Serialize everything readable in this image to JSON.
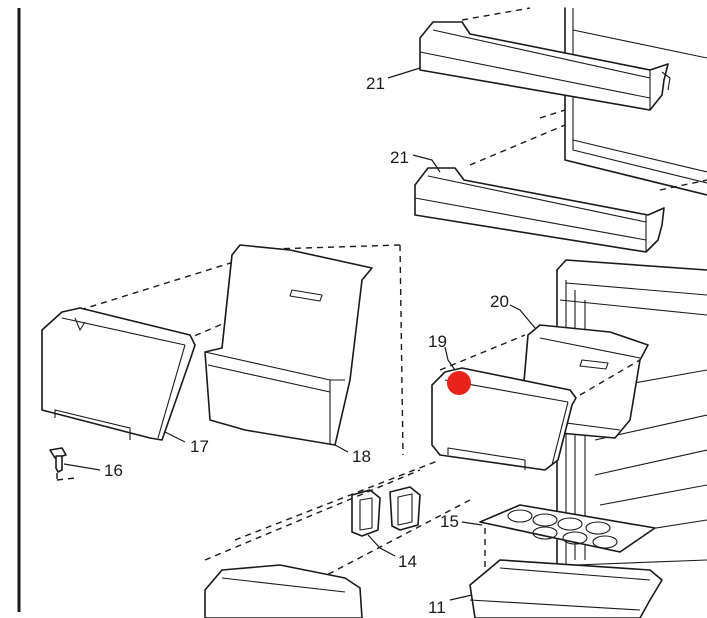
{
  "parts": [
    {
      "id": "p21a",
      "number": "21"
    },
    {
      "id": "p21b",
      "number": "21"
    },
    {
      "id": "p20",
      "number": "20"
    },
    {
      "id": "p19",
      "number": "19"
    },
    {
      "id": "p18",
      "number": "18"
    },
    {
      "id": "p17",
      "number": "17"
    },
    {
      "id": "p16",
      "number": "16"
    },
    {
      "id": "p15",
      "number": "15"
    },
    {
      "id": "p14",
      "number": "14"
    },
    {
      "id": "p11",
      "number": "11"
    }
  ],
  "marker": {
    "color": "#e8231c"
  },
  "colors": {
    "line": "#1a1a1a",
    "background": "#ffffff"
  }
}
